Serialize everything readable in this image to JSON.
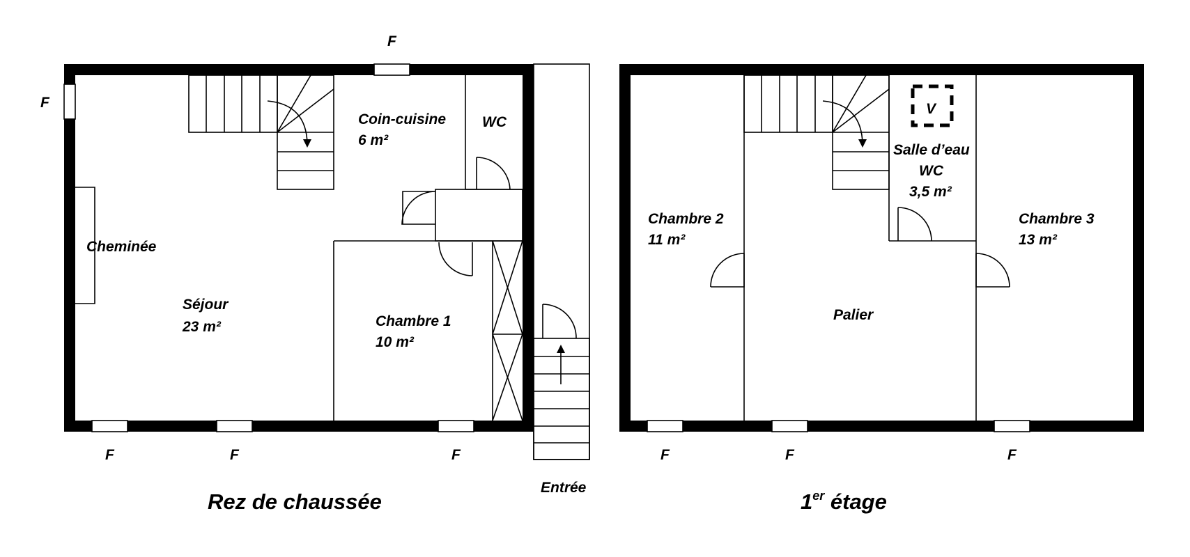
{
  "plans": {
    "ground": {
      "title": "Rez de chaussée",
      "window_label": "F",
      "rooms": {
        "kitchen_name": "Coin-cuisine",
        "kitchen_area": "6 m²",
        "wc_name": "WC",
        "fireplace": "Cheminée",
        "living_name": "Séjour",
        "living_area": "23 m²",
        "bedroom1_name": "Chambre 1",
        "bedroom1_area": "10 m²",
        "entrance": "Entrée"
      }
    },
    "first": {
      "title_main": "1",
      "title_sup": "er",
      "title_rest": " étage",
      "window_label": "F",
      "rooms": {
        "vent": "V",
        "bath_line1": "Salle d’eau",
        "bath_line2": "WC",
        "bath_area": "3,5 m²",
        "bedroom2_name": "Chambre 2",
        "bedroom2_area": "11 m²",
        "bedroom3_name": "Chambre 3",
        "bedroom3_area": "13 m²",
        "landing": "Palier"
      }
    }
  }
}
